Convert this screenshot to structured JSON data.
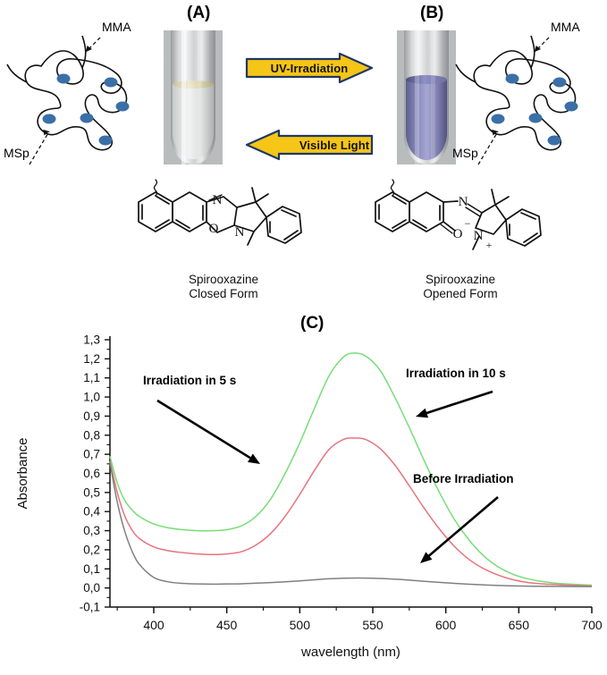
{
  "figure": {
    "panels": {
      "a": "(A)",
      "b": "(B)",
      "c": "(C)"
    }
  },
  "schematic_left": {
    "label_mma": "MMA",
    "label_msp": "MSp",
    "node_color": "#3b6fa8"
  },
  "schematic_right": {
    "label_mma": "MMA",
    "label_msp": "MSp",
    "node_color": "#3b6fa8"
  },
  "tubes": {
    "a": {
      "caption": "(A)",
      "liquid": "colorless"
    },
    "b": {
      "caption": "(B)",
      "liquid": "blue"
    }
  },
  "arrows": {
    "forward": {
      "label": "UV-Irradiation",
      "direction": "right"
    },
    "reverse": {
      "label": "Visible Light",
      "direction": "left"
    },
    "fill": "#F5C518",
    "stroke": "#1F3864"
  },
  "structures": {
    "closed": {
      "name": "Spirooxazine",
      "form": "Closed Form"
    },
    "opened": {
      "name": "Spirooxazine",
      "form": "Opened Form"
    }
  },
  "chart_data": {
    "type": "line",
    "title": "",
    "xlabel": "wavelength (nm)",
    "ylabel": "Absorbance",
    "xlim": [
      370,
      700
    ],
    "ylim": [
      -0.1,
      1.3
    ],
    "xticks": [
      400,
      450,
      500,
      550,
      600,
      650,
      700
    ],
    "yticks": [
      "-0,1",
      "0,0",
      "0,1",
      "0,2",
      "0,3",
      "0,4",
      "0,5",
      "0,6",
      "0,7",
      "0,8",
      "0,9",
      "1,0",
      "1,1",
      "1,2",
      "1,3"
    ],
    "ytick_values": [
      -0.1,
      0.0,
      0.1,
      0.2,
      0.3,
      0.4,
      0.5,
      0.6,
      0.7,
      0.8,
      0.9,
      1.0,
      1.1,
      1.2,
      1.3
    ],
    "grid": false,
    "legend_position": "annotations",
    "series": [
      {
        "name": "Irradiation in 10 s",
        "color": "#77DD77",
        "peak_x": 537,
        "peak_y": 1.23,
        "baseline": 0.3,
        "x": [
          370,
          375,
          380,
          385,
          390,
          400,
          410,
          420,
          430,
          440,
          450,
          460,
          470,
          480,
          490,
          500,
          510,
          520,
          530,
          537,
          545,
          555,
          565,
          575,
          585,
          595,
          605,
          615,
          625,
          635,
          645,
          655,
          665,
          675,
          685,
          700
        ],
        "y": [
          0.69,
          0.55,
          0.46,
          0.41,
          0.375,
          0.335,
          0.315,
          0.305,
          0.3,
          0.3,
          0.305,
          0.325,
          0.375,
          0.465,
          0.6,
          0.76,
          0.94,
          1.11,
          1.21,
          1.23,
          1.215,
          1.14,
          1.0,
          0.84,
          0.67,
          0.51,
          0.37,
          0.26,
          0.175,
          0.115,
          0.075,
          0.05,
          0.035,
          0.025,
          0.02,
          0.015
        ]
      },
      {
        "name": "Irradiation in 5 s",
        "color": "#E8737F",
        "peak_x": 538,
        "peak_y": 0.785,
        "baseline": 0.175,
        "x": [
          370,
          375,
          380,
          385,
          390,
          400,
          410,
          420,
          430,
          440,
          450,
          460,
          470,
          480,
          490,
          500,
          510,
          520,
          530,
          538,
          545,
          555,
          565,
          575,
          585,
          595,
          605,
          615,
          625,
          635,
          645,
          655,
          665,
          675,
          685,
          700
        ],
        "y": [
          0.665,
          0.5,
          0.38,
          0.305,
          0.26,
          0.215,
          0.195,
          0.185,
          0.178,
          0.175,
          0.178,
          0.19,
          0.225,
          0.285,
          0.375,
          0.49,
          0.615,
          0.725,
          0.778,
          0.785,
          0.778,
          0.73,
          0.645,
          0.535,
          0.42,
          0.315,
          0.225,
          0.155,
          0.105,
          0.07,
          0.045,
          0.03,
          0.022,
          0.018,
          0.014,
          0.01
        ]
      },
      {
        "name": "Before Irradiation",
        "color": "#808080",
        "peak_x": 540,
        "peak_y": 0.052,
        "baseline": 0.018,
        "x": [
          370,
          375,
          380,
          385,
          390,
          400,
          410,
          420,
          430,
          440,
          450,
          460,
          470,
          480,
          490,
          500,
          510,
          520,
          530,
          540,
          550,
          560,
          570,
          580,
          590,
          600,
          615,
          630,
          645,
          660,
          675,
          700
        ],
        "y": [
          0.655,
          0.45,
          0.3,
          0.195,
          0.125,
          0.055,
          0.032,
          0.024,
          0.021,
          0.02,
          0.021,
          0.022,
          0.025,
          0.028,
          0.032,
          0.037,
          0.043,
          0.048,
          0.051,
          0.052,
          0.051,
          0.048,
          0.044,
          0.038,
          0.032,
          0.027,
          0.02,
          0.015,
          0.011,
          0.009,
          0.008,
          0.007
        ]
      }
    ],
    "annotations": [
      {
        "text": "Irradiation in 5 s",
        "points_to": "Irradiation in 5 s"
      },
      {
        "text": "Irradiation in 10 s",
        "points_to": "Irradiation in 10 s"
      },
      {
        "text": "Before Irradiation",
        "points_to": "Before Irradiation"
      }
    ]
  }
}
